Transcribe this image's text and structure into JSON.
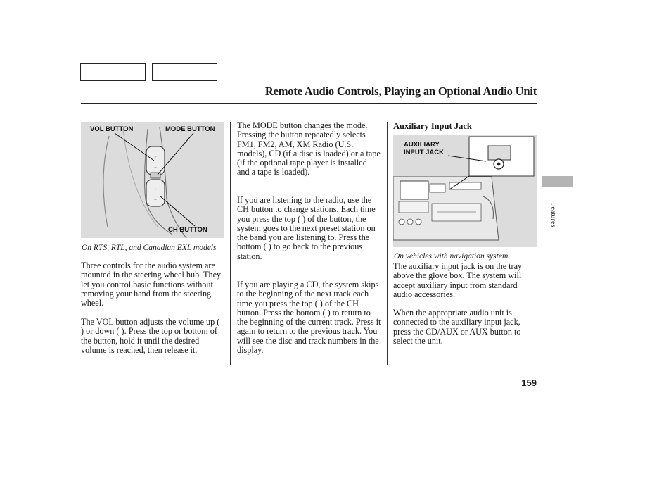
{
  "page": {
    "title": "Remote Audio Controls, Playing an Optional Audio Unit",
    "page_number": "159",
    "side_tab": "Features"
  },
  "figure_left": {
    "labels": {
      "vol": "VOL BUTTON",
      "mode": "MODE BUTTON",
      "ch": "CH BUTTON"
    },
    "caption": "On RTS, RTL, and Canadian EXL models"
  },
  "col1": {
    "p1": "Three controls for the audio system are mounted in the steering wheel hub. They let you control basic functions without removing your hand from the steering wheel.",
    "p2": "The VOL button adjusts the volume up (    ) or down (    ). Press the top or bottom of the button, hold it until the desired volume is reached, then release it."
  },
  "col2": {
    "p1": "The MODE button changes the mode. Pressing the button repeatedly selects FM1, FM2, AM, XM Radio (U.S. models), CD (if a disc is loaded) or a tape (if the optional tape player is installed and a tape is loaded).",
    "p2": "If you are listening to the radio, use the CH button to change stations. Each time you press the top (    ) of the button, the system goes to the next preset station on the band you are listening to. Press the bottom (    ) to go back to the previous station.",
    "p3": "If you are playing a CD, the system skips to the beginning of the next track each time you press the top (    ) of the CH button. Press the bottom (    ) to return to the beginning of the current track. Press it again to return to the previous track. You will see the disc and track numbers in the display."
  },
  "col3": {
    "heading": "Auxiliary Input Jack",
    "figure_label": "AUXILIARY INPUT JACK",
    "caption": "On vehicles with navigation system",
    "p1": "The auxiliary input jack is on the tray above the glove box. The system will accept auxiliary input from standard audio accessories.",
    "p2": "When the appropriate audio unit is connected to the auxiliary input jack, press the CD/AUX or AUX button to select the unit."
  }
}
